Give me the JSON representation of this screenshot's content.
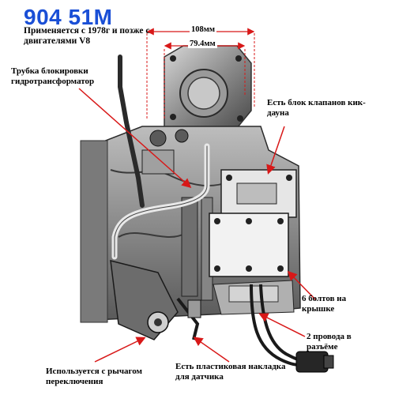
{
  "title": "904 51M",
  "subtitle": "Применяется с 1978г и позже с двигателями V8",
  "dimensions": {
    "outer": "108мм",
    "inner": "79.4мм"
  },
  "callouts": {
    "lockup_tube": "Трубка блокировки гидротрансформатор",
    "kickdown": "Есть блок клапанов кик-дауна",
    "bolts": "6 болтов на крышке",
    "wires": "2 провода в разъёме",
    "sensor_pad": "Есть пластиковая накладка для датчика",
    "shift_lever": "Используется с рычагом переключения"
  },
  "colors": {
    "title": "#1a4fd6",
    "arrow": "#d81818",
    "dimension": "#d81818"
  }
}
